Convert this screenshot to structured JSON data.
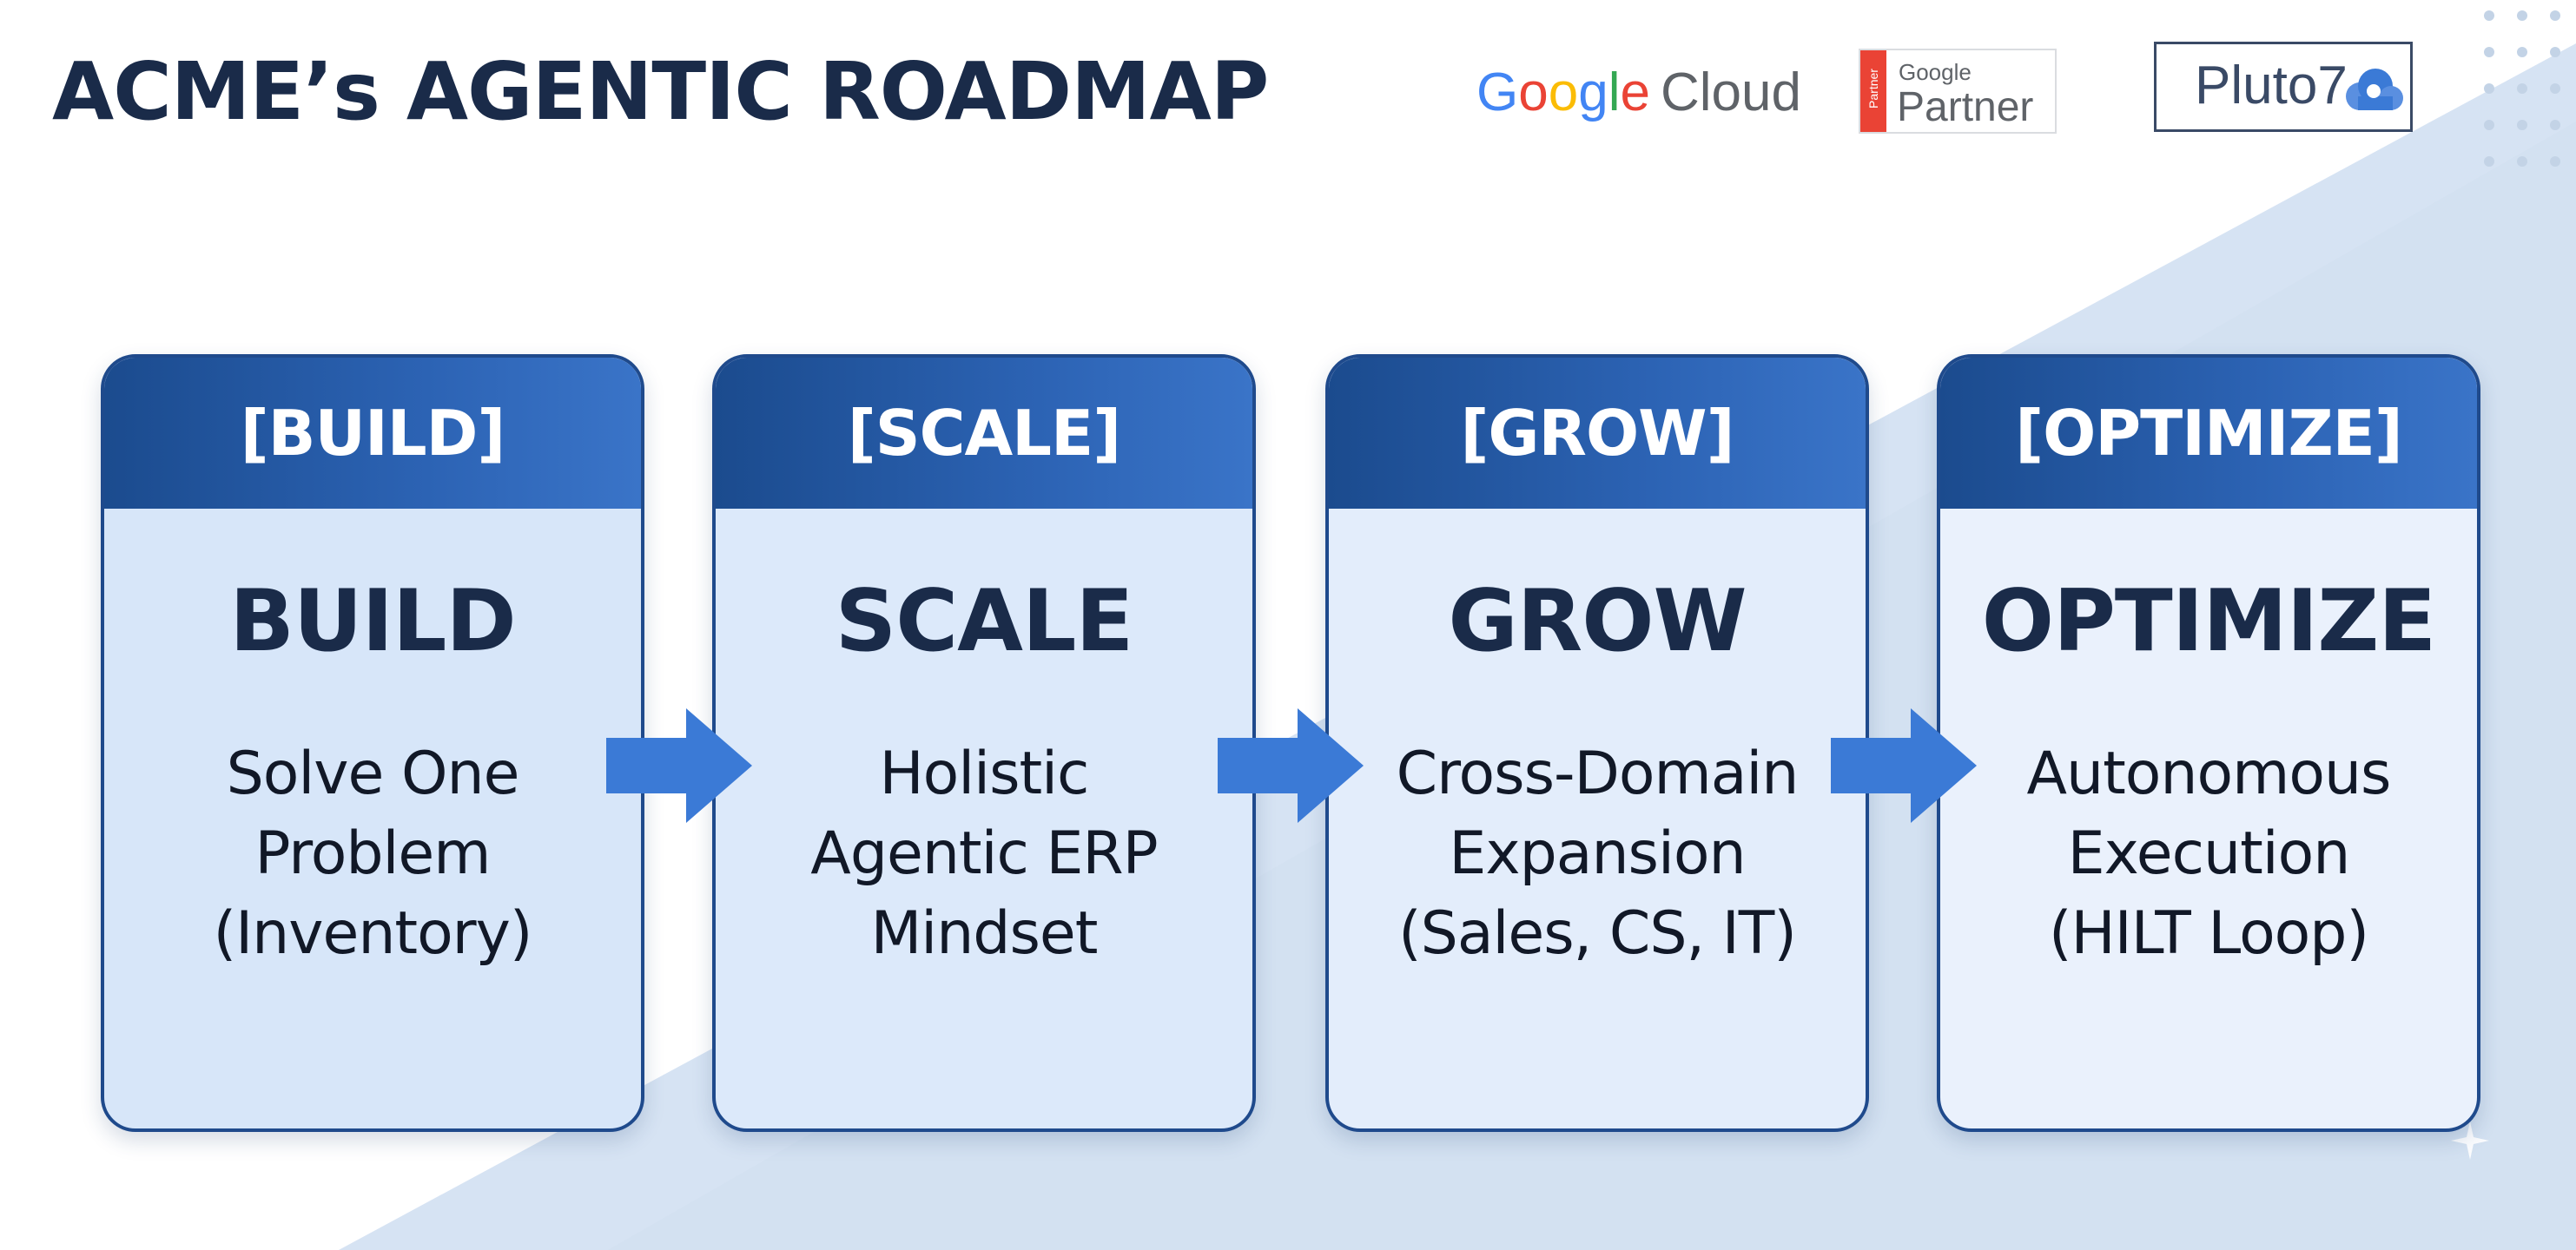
{
  "title": "ACME’s AGENTIC ROADMAP",
  "logos": {
    "google_cloud": {
      "google_letters": [
        "G",
        "o",
        "o",
        "g",
        "l",
        "e"
      ],
      "cloud": "Cloud"
    },
    "partner_badge": {
      "strip": "Partner",
      "google": "Google",
      "partner": "Partner"
    },
    "pluto": {
      "text": "Pluto7"
    }
  },
  "colors": {
    "title": "#1a2b49",
    "header_dark": "#1b4b8e",
    "header_light": "#3a74c8",
    "arrow": "#3b7ad6",
    "border": "#1f4a8c",
    "google_blue": "#4285f4",
    "google_red": "#ea4335",
    "google_yellow": "#fbbc05",
    "google_green": "#34a853"
  },
  "stages": [
    {
      "header": "[BUILD]",
      "name": "BUILD",
      "desc": [
        "Solve One",
        "Problem",
        "(Inventory)"
      ]
    },
    {
      "header": "[SCALE]",
      "name": "SCALE",
      "desc": [
        "Holistic",
        "Agentic ERP",
        "Mindset"
      ]
    },
    {
      "header": "[GROW]",
      "name": "GROW",
      "desc": [
        "Cross-Domain",
        "Expansion",
        "(Sales, CS, IT)"
      ]
    },
    {
      "header": "[OPTIMIZE]",
      "name": "OPTIMIZE",
      "desc": [
        "Autonomous",
        "Execution",
        "(HILT Loop)"
      ]
    }
  ],
  "arrows": [
    {
      "from": "BUILD",
      "to": "SCALE"
    },
    {
      "from": "SCALE",
      "to": "GROW"
    },
    {
      "from": "GROW",
      "to": "OPTIMIZE"
    }
  ]
}
